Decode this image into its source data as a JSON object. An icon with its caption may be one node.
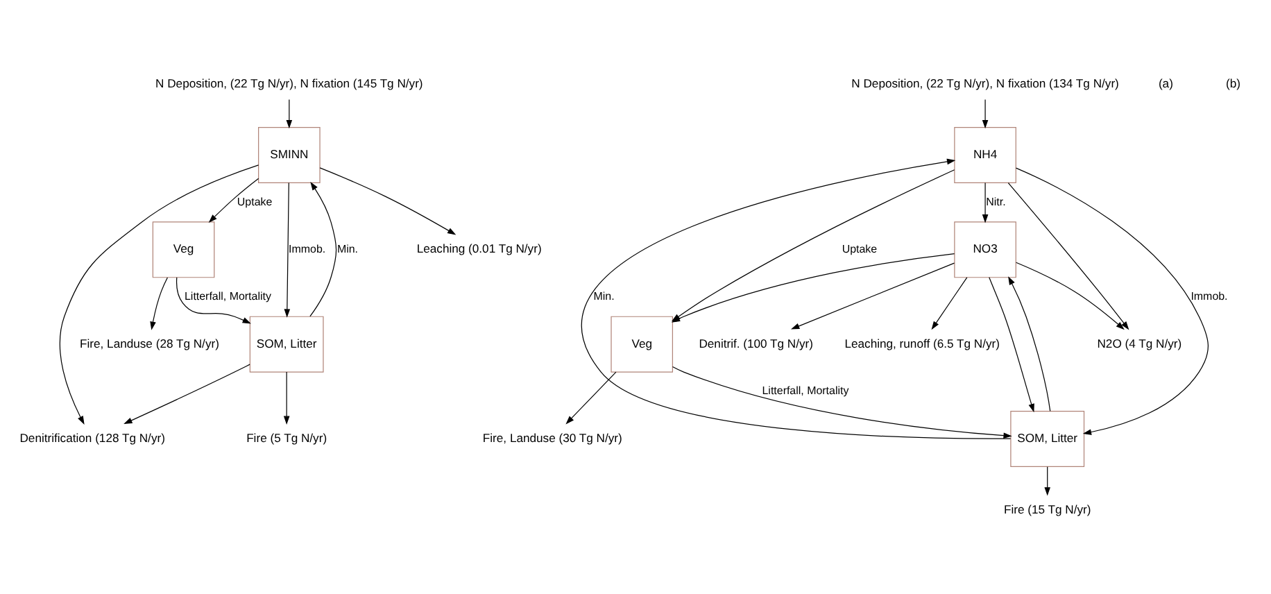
{
  "diagram": {
    "nodes": [
      {
        "text": [
          "Veg"
        ]
      },
      {
        "text": [
          "SMINN"
        ]
      },
      {
        "text": [
          "SOM, Litter"
        ]
      },
      {
        "text": [
          "N Deposition, (22 Tg N/yr), N fixation (145 Tg N/yr)"
        ]
      },
      {
        "text": [
          "Fire, Landuse (28 Tg N/yr)"
        ]
      },
      {
        "text": [
          "Leaching (0.01 Tg N/yr)"
        ]
      },
      {
        "text": [
          "Denitrification (128 Tg N/yr)"
        ]
      },
      {
        "text": [
          "Fire (5 Tg N/yr)"
        ]
      },
      {
        "text": [
          "Veg"
        ]
      },
      {
        "text": [
          "NH4"
        ]
      },
      {
        "text": [
          "NO3"
        ]
      },
      {
        "text": [
          "SOM, Litter"
        ]
      },
      {
        "text": [
          "N Deposition, (22 Tg N/yr), N fixation (134 Tg N/yr)"
        ]
      },
      {
        "text": [
          "Fire, Landuse (30 Tg N/yr)"
        ]
      },
      {
        "text": [
          "Denitrif. (100 Tg N/yr)"
        ]
      },
      {
        "text": [
          "N2O (4 Tg N/yr)"
        ]
      },
      {
        "text": [
          "Leaching, runoff (6.5 Tg N/yr)"
        ]
      },
      {
        "text": [
          "Fire (15 Tg N/yr)"
        ]
      }
    ],
    "edges": [
      {
        "from": 3,
        "to": 1,
        "arrow": "to"
      },
      {
        "from": 0,
        "to": 2,
        "arrow": "to",
        "label": "Litterfall, Mortality"
      },
      {
        "from": 1,
        "to": 0,
        "arrow": "to",
        "label": "Uptake"
      },
      {
        "from": 0,
        "to": 4,
        "arrow": "to"
      },
      {
        "from": 1,
        "to": 5,
        "arrow": "to"
      },
      {
        "from": 1,
        "to": 6,
        "arrow": "to"
      },
      {
        "from": 1,
        "to": 2,
        "arrow": "to",
        "label": "Immob."
      },
      {
        "from": 2,
        "to": 1,
        "arrow": "to",
        "label": "Min."
      },
      {
        "from": 2,
        "to": 6,
        "arrow": "to"
      },
      {
        "from": 2,
        "to": 7,
        "arrow": "to"
      },
      {
        "from": 12,
        "to": 9,
        "arrow": "to"
      },
      {
        "from": 8,
        "to": 11,
        "arrow": "to",
        "label": "Litterfall, Mortality"
      },
      {
        "from": 9,
        "to": 8,
        "arrow": "to",
        "label": "Uptake"
      },
      {
        "from": 10,
        "to": 8,
        "arrow": "to"
      },
      {
        "from": 8,
        "to": 13,
        "arrow": "to"
      },
      {
        "from": 9,
        "to": 10,
        "arrow": "to",
        "label": "Nitr."
      },
      {
        "from": 10,
        "to": 14,
        "arrow": "to"
      },
      {
        "from": 10,
        "to": 15,
        "arrow": "to"
      },
      {
        "from": 9,
        "to": 15,
        "arrow": "to"
      },
      {
        "from": 10,
        "to": 16,
        "arrow": "to"
      },
      {
        "from": 11,
        "to": 9,
        "arrow": "to",
        "label": "Min."
      },
      {
        "from": 11,
        "to": 10,
        "arrow": "to"
      },
      {
        "from": 9,
        "to": 11,
        "arrow": "to",
        "label": "Immob."
      },
      {
        "from": 10,
        "to": 11,
        "arrow": "to"
      },
      {
        "from": 11,
        "to": 17,
        "arrow": "to"
      }
    ],
    "labels": [
      "(a)",
      "(b)"
    ]
  }
}
